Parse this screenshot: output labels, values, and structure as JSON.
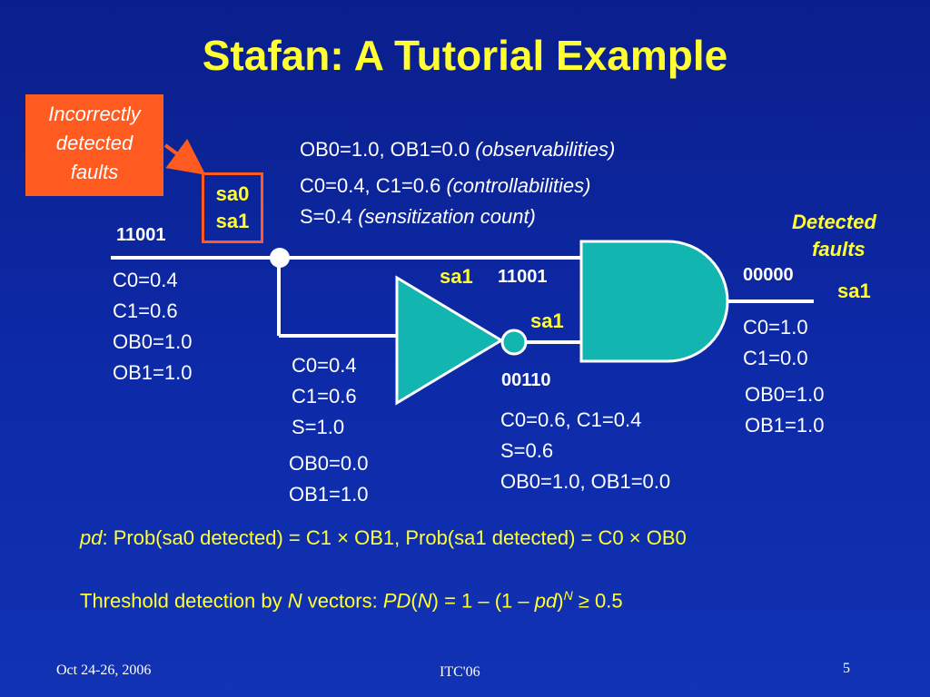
{
  "title": "Stafan: A Tutorial Example",
  "incorrect_label": [
    "Incorrectly",
    "detected",
    "faults"
  ],
  "incorrect_faults": [
    "sa0",
    "sa1"
  ],
  "detected_label": [
    "Detected",
    "faults"
  ],
  "top_info": {
    "line1": "OB0=1.0, OB1=0.0",
    "line1_note": "(observabilities)",
    "line2": "C0=0.4, C1=0.6",
    "line2_note": "(controllabilities)",
    "line3": "S=0.4",
    "line3_note": "(sensitization count)"
  },
  "input_vector": "11001",
  "input_stats": [
    "C0=0.4",
    "C1=0.6",
    "OB0=1.0",
    "OB1=1.0"
  ],
  "branch_stats": [
    "C0=0.4",
    "C1=0.6",
    "S=1.0"
  ],
  "branch_obs": [
    "OB0=0.0",
    "OB1=1.0"
  ],
  "and_input_fault": "sa1",
  "and_input_vector": "11001",
  "inv_output_fault": "sa1",
  "inv_output_vector": "00110",
  "inv_output_stats": [
    "C0=0.6, C1=0.4",
    "S=0.6",
    "OB0=1.0, OB1=0.0"
  ],
  "output_vector": "00000",
  "output_fault": "sa1",
  "output_stats": [
    "C0=1.0",
    "C1=0.0",
    "OB0=1.0",
    "OB1=1.0"
  ],
  "formula1": {
    "pd": "pd",
    "rest": ":  Prob(sa0 detected) = C1 × OB1, Prob(sa1 detected) = C0 × OB0"
  },
  "formula2": {
    "lead": "Threshold detection by ",
    "N": "N",
    "mid": " vectors:  ",
    "PD": "PD",
    "paren_open": "(",
    "N2": "N",
    "eq": ") = 1 – (1 – ",
    "pd": "pd",
    "close": ")",
    "sup": "N",
    "tail": "  ≥ 0.5"
  },
  "footer": {
    "date": "Oct 24-26, 2006",
    "conf": "ITC'06",
    "page": "5"
  },
  "colors": {
    "title": "#ffff33",
    "gate_fill": "#13b5b0",
    "warning": "#ff5a1f",
    "background": "#0d2aa8"
  }
}
